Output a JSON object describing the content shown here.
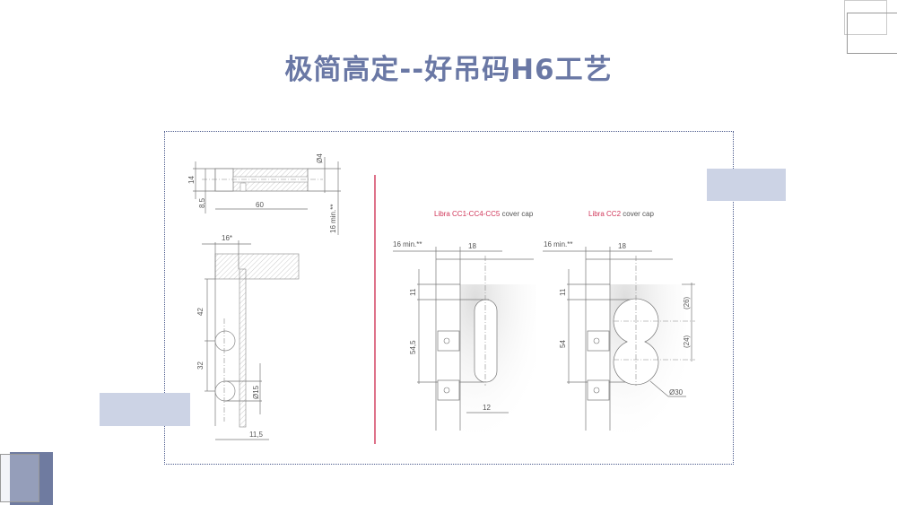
{
  "title": "极简高定--好吊码H6工艺",
  "colors": {
    "title": "#6a78a5",
    "frame": "#4b5a8c",
    "accent_block": "#ccd3e5",
    "dark_block": "#6f7ba0",
    "divider": "#c8163c",
    "caption_red": "#d0375a"
  },
  "left_drawing": {
    "top_view": {
      "dim_14": "14",
      "dim_8_5": "8,5",
      "dim_60": "60",
      "dim_d4": "Ø4",
      "dim_16min": "16 min.**"
    },
    "side_view": {
      "dim_16": "16*",
      "dim_42": "42",
      "dim_32": "32",
      "dim_d15": "Ø15",
      "dim_11_5": "11,5"
    }
  },
  "cc1": {
    "caption_red": "Libra CC1-CC4-CC5",
    "caption_rest": " cover cap",
    "dim_16min": "16 min.**",
    "dim_18": "18",
    "dim_11": "11",
    "dim_54_5": "54,5",
    "dim_12": "12"
  },
  "cc2": {
    "caption_red": "Libra CC2",
    "caption_rest": " cover cap",
    "dim_16min": "16 min.**",
    "dim_18": "18",
    "dim_11": "11",
    "dim_54": "54",
    "dim_26": "(26)",
    "dim_24": "(24)",
    "dim_d30": "Ø30"
  }
}
